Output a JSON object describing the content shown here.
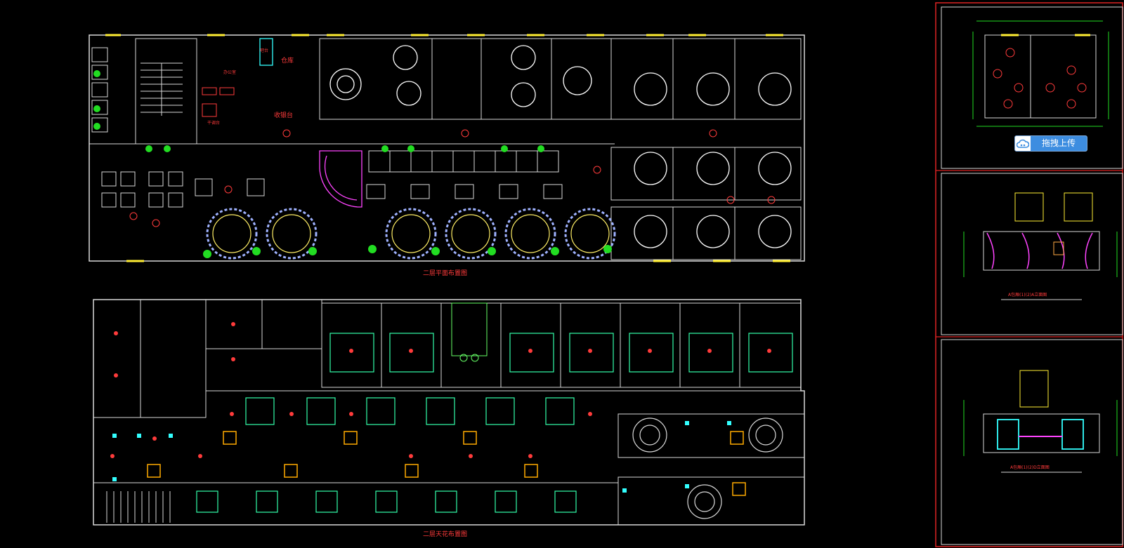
{
  "colors": {
    "background": "#000000",
    "wall": "#d9d9d9",
    "text_red": "#ff3b3b",
    "plant_green": "#22dd22",
    "chair_blue": "#9fb2ff",
    "window_yellow": "#ffee33",
    "magenta": "#ff44ff",
    "cyan": "#33ffff",
    "sheet_border": "#dd2222",
    "upload_blue": "#3d8de0"
  },
  "plans": {
    "floor_plan_title": "二层平面布置图",
    "ceiling_plan_title": "二层天花布置图",
    "room_labels": {
      "storage": "仓库",
      "reception": "收银台",
      "bar": "吧台",
      "kitchen_pass": "干调台",
      "office": "办公室"
    }
  },
  "elevations": {
    "elevation_ab_title": "A包厢(1)(2)A立面图",
    "elevation_cd_title": "A包厢(1)(2)D立面图"
  },
  "upload": {
    "label": "拖拽上传",
    "icon": "cloud-upload-icon"
  }
}
